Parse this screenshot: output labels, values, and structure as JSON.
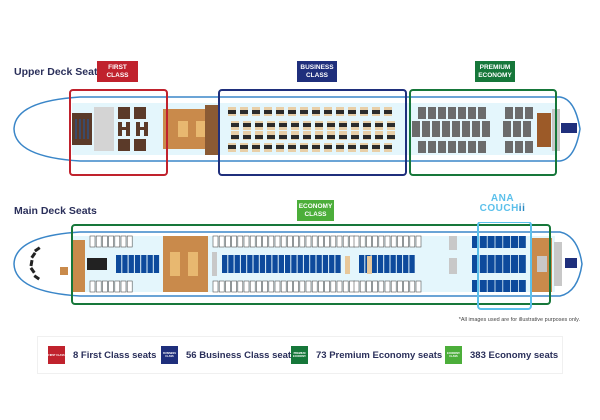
{
  "upper_deck": {
    "title": "Upper Deck Seats",
    "tags": {
      "first": {
        "line1": "FIRST",
        "line2": "CLASS"
      },
      "business": {
        "line1": "BUSINESS",
        "line2": "CLASS"
      },
      "premium": {
        "line1": "PREMIUM",
        "line2": "ECONOMY"
      }
    }
  },
  "main_deck": {
    "title": "Main Deck Seats",
    "tags": {
      "economy": {
        "line1": "ECONOMY",
        "line2": "CLASS"
      },
      "couchii": {
        "line1": "ANA",
        "line2": "COUCH",
        "suffix": "ii"
      }
    }
  },
  "note": "*All images used are for illustrative purposes only.",
  "legend": [
    {
      "swatch_text": "FIRST CLASS",
      "label": "8 First Class seats",
      "color": "#c0222d"
    },
    {
      "swatch_text": "BUSINESS CLASS",
      "label": "56 Business Class seats",
      "color": "#1f2f7c"
    },
    {
      "swatch_text": "PREMIUM ECONOMY",
      "label": "73 Premium Economy seats",
      "color": "#16773a"
    },
    {
      "swatch_text": "ECONOMY CLASS",
      "label": "383 Economy seats",
      "color": "#4cae3a"
    }
  ],
  "colors": {
    "first": "#c0222d",
    "business": "#1f2f7c",
    "premium": "#16773a",
    "economy": "#4cae3a",
    "couchii": "#5bc0eb",
    "fuselage": "#3a86c8",
    "cabin_fill": "#e4f6fc",
    "wood": "#c98a4b",
    "dark_wood": "#5b3a29",
    "seat_grey": "#6b6b6b",
    "seat_blue": "#0d4a9c"
  }
}
